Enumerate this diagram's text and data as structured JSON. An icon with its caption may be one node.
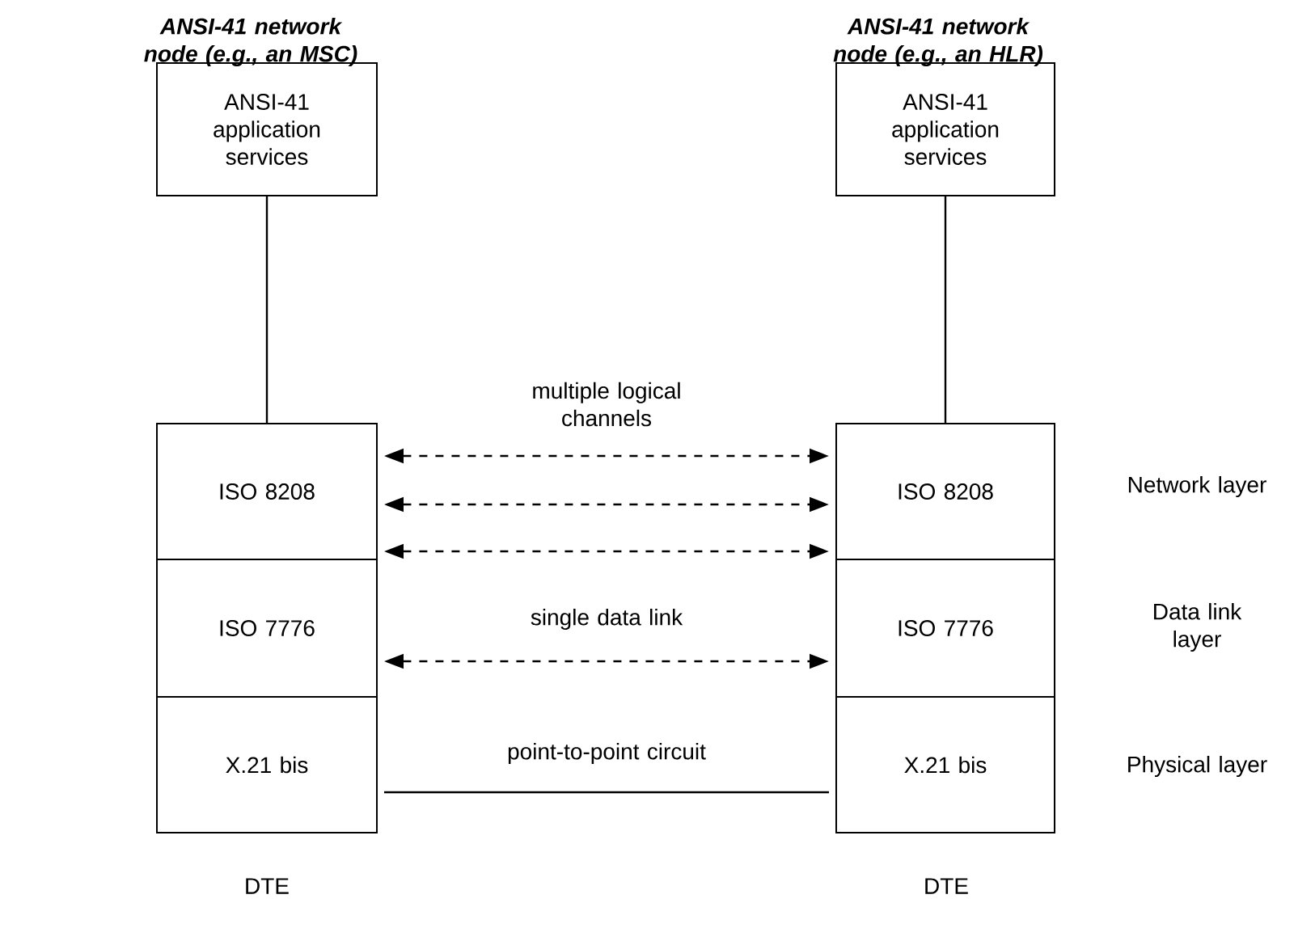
{
  "diagram": {
    "nodes": [
      {
        "text": [
          "ANSI-41 application services"
        ]
      },
      {
        "text": [
          "ISO 8208"
        ]
      },
      {
        "text": [
          "ISO 7776"
        ]
      },
      {
        "text": [
          "X.21 bis"
        ]
      },
      {
        "text": [
          "ANSI-41 application services"
        ]
      },
      {
        "text": [
          "ISO 8208"
        ]
      },
      {
        "text": [
          "ISO 7776"
        ]
      },
      {
        "text": [
          "X.21 bis"
        ]
      }
    ],
    "edges": [
      {
        "from": 0,
        "to": 1,
        "arrow": "none"
      },
      {
        "from": 4,
        "to": 5,
        "arrow": "none"
      },
      {
        "from": 1,
        "to": 5,
        "arrow": "both",
        "style": "dashed",
        "label": "multiple logical channels"
      },
      {
        "from": 1,
        "to": 5,
        "arrow": "both",
        "style": "dashed"
      },
      {
        "from": 1,
        "to": 5,
        "arrow": "both",
        "style": "dashed"
      },
      {
        "from": 2,
        "to": 6,
        "arrow": "both",
        "style": "dashed",
        "label": "single data link"
      },
      {
        "from": 3,
        "to": 7,
        "arrow": "none",
        "label": "point-to-point circuit"
      }
    ],
    "labels": [
      "ANSI-41 network node (e.g., an MSC)",
      "ANSI-41 network node (e.g., an HLR)",
      "Network layer",
      "Data link layer",
      "Physical layer",
      "DTE",
      "DTE"
    ]
  }
}
